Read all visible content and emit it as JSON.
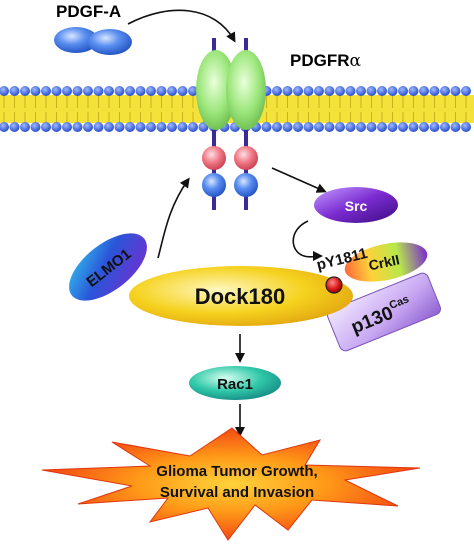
{
  "ligand": {
    "label": "PDGF-A"
  },
  "receptor": {
    "label": "PDGFR",
    "label_suffix": "α"
  },
  "kinases": {
    "src": "Src",
    "crkii": "CrkII",
    "p130": "p130",
    "p130_sup": "Cas"
  },
  "adaptor": {
    "elmo1": "ELMO1",
    "dock180": "Dock180",
    "site": "pY1811"
  },
  "effector": {
    "rac1": "Rac1"
  },
  "outcome": {
    "line1": "Glioma Tumor Growth,",
    "line2": "Survival and Invasion"
  },
  "colors": {
    "membrane_head": "#2f5cd6",
    "membrane_tail": "#f2e23a",
    "receptor_green": "#9be67a",
    "pink_domain": "#f07a86",
    "blue_domain": "#5a8ef0",
    "dock_yellow": "#f5d21e",
    "rac_teal": "#30c8a8",
    "burst_red": "#f03a12",
    "burst_orange": "#ffb020",
    "phospho_red": "#d81616",
    "src_purple": "#7a2bd0"
  }
}
